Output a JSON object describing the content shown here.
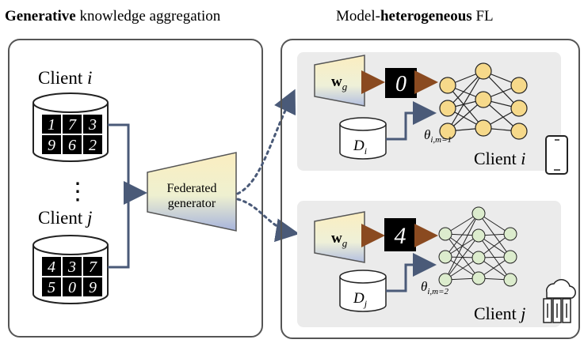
{
  "left_panel": {
    "title_bold": "Generative",
    "title_rest": " knowledge aggregation",
    "client_top": "Client",
    "client_top_var": "i",
    "ellipsis": "⋮",
    "client_bottom": "Client",
    "client_bottom_var": "j",
    "digits_top": [
      "1",
      "7",
      "3",
      "9",
      "6",
      "2"
    ],
    "digits_bottom": [
      "4",
      "3",
      "7",
      "5",
      "0",
      "9"
    ],
    "generator_line1": "Federated",
    "generator_line2": "generator"
  },
  "right_panel": {
    "title_normal": "Model-",
    "title_bold": "heterogeneous",
    "title_rest": " FL",
    "top": {
      "w_label": "w",
      "w_sub": "g",
      "sample_digit": "0",
      "dataset_label": "D",
      "dataset_sub": "i",
      "theta_label": "θ",
      "theta_sub": "i,m=1",
      "client_label": "Client",
      "client_var": "i",
      "device_icon": "phone-icon"
    },
    "bottom": {
      "w_label": "w",
      "w_sub": "g",
      "sample_digit": "4",
      "dataset_label": "D",
      "dataset_sub": "j",
      "theta_label": "θ",
      "theta_sub": "i,m=2",
      "client_label": "Client",
      "client_var": "j",
      "device_icon": "server-cloud-icon"
    }
  },
  "colors": {
    "panel_border": "#555555",
    "subpanel_bg": "#ebebeb",
    "arrow_blue": "#4a5a78",
    "arrow_brown": "#8a4a20",
    "node_yellow": "#f6d98a",
    "node_green": "#dceccd",
    "gen_top": "#f8e8b0",
    "gen_bottom": "#a9b6dc"
  }
}
